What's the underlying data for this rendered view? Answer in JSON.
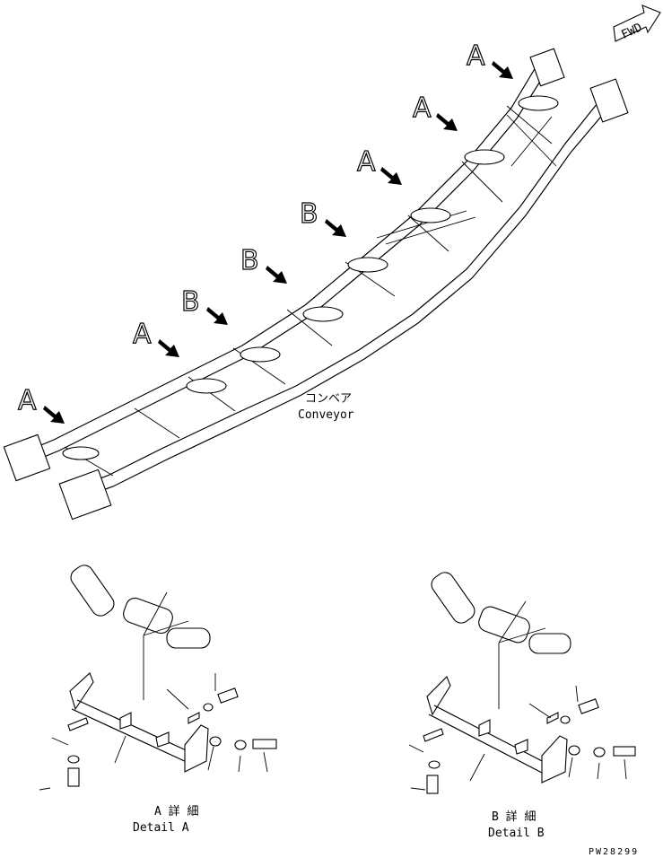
{
  "fwd_label": "FWD",
  "callouts": [
    "A",
    "A",
    "A",
    "B",
    "B",
    "B",
    "A",
    "A"
  ],
  "conveyor_label_jp": "コンベア",
  "conveyor_label_en": "Conveyor",
  "detail_a": {
    "title_jp": "A 詳 細",
    "title_en": "Detail A"
  },
  "detail_b": {
    "title_jp": "B 詳 細",
    "title_en": "Detail B"
  },
  "drawing_number": "PW28299"
}
